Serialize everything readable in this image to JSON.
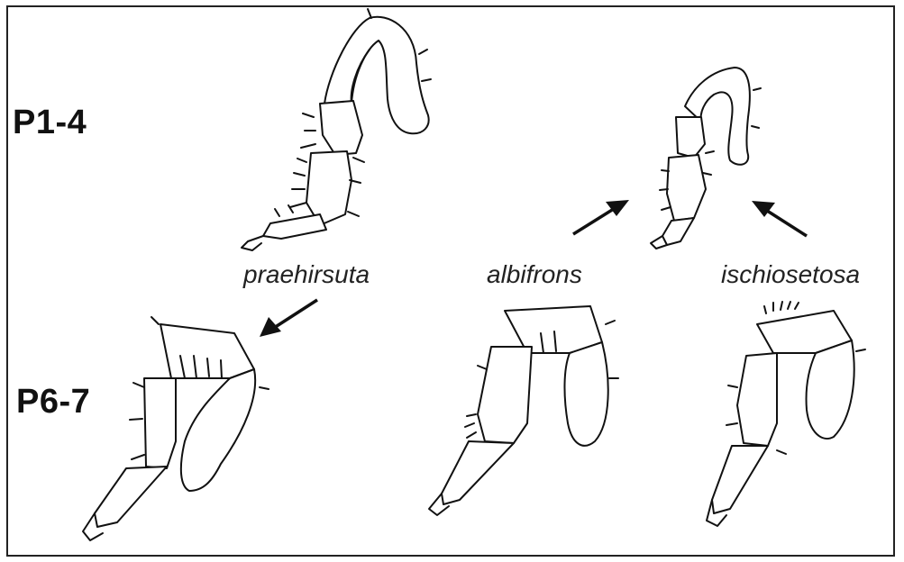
{
  "row_labels": {
    "top": "P1-4",
    "bottom": "P6-7"
  },
  "species": {
    "left": "praehirsuta",
    "middle": "albifrons",
    "right": "ischiosetosa"
  }
}
